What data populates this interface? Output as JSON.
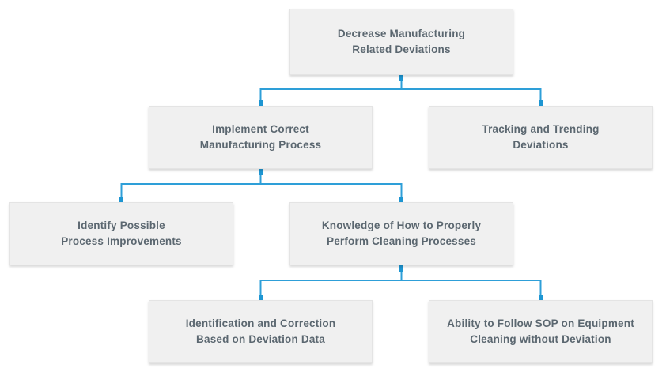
{
  "diagram": {
    "type": "hierarchy-tree",
    "levels": 4,
    "nodes": [
      {
        "id": "root",
        "lines": [
          "Decrease Manufacturing",
          "Related Deviations"
        ]
      },
      {
        "id": "implement",
        "lines": [
          "Implement Correct",
          "Manufacturing Process"
        ]
      },
      {
        "id": "tracking",
        "lines": [
          "Tracking and Trending",
          "Deviations"
        ]
      },
      {
        "id": "identify",
        "lines": [
          "Identify Possible",
          "Process Improvements"
        ]
      },
      {
        "id": "knowledge",
        "lines": [
          "Knowledge of How to Properly",
          "Perform Cleaning Processes"
        ]
      },
      {
        "id": "identification",
        "lines": [
          "Identification and Correction",
          "Based on Deviation Data"
        ]
      },
      {
        "id": "ability",
        "lines": [
          "Ability to Follow SOP on Equipment",
          "Cleaning without Deviation"
        ]
      }
    ],
    "edges": [
      {
        "parent": "root",
        "children": [
          "implement",
          "tracking"
        ]
      },
      {
        "parent": "implement",
        "children": [
          "identify",
          "knowledge"
        ]
      },
      {
        "parent": "knowledge",
        "children": [
          "identification",
          "ability"
        ]
      }
    ]
  },
  "colors": {
    "background": "#ffffff",
    "box_fill": "#f0f0f0",
    "box_border": "#e4e4e4",
    "text": "#5b6770",
    "connector": "#2e9fd8",
    "connector_anchor": "#1e96d2"
  }
}
